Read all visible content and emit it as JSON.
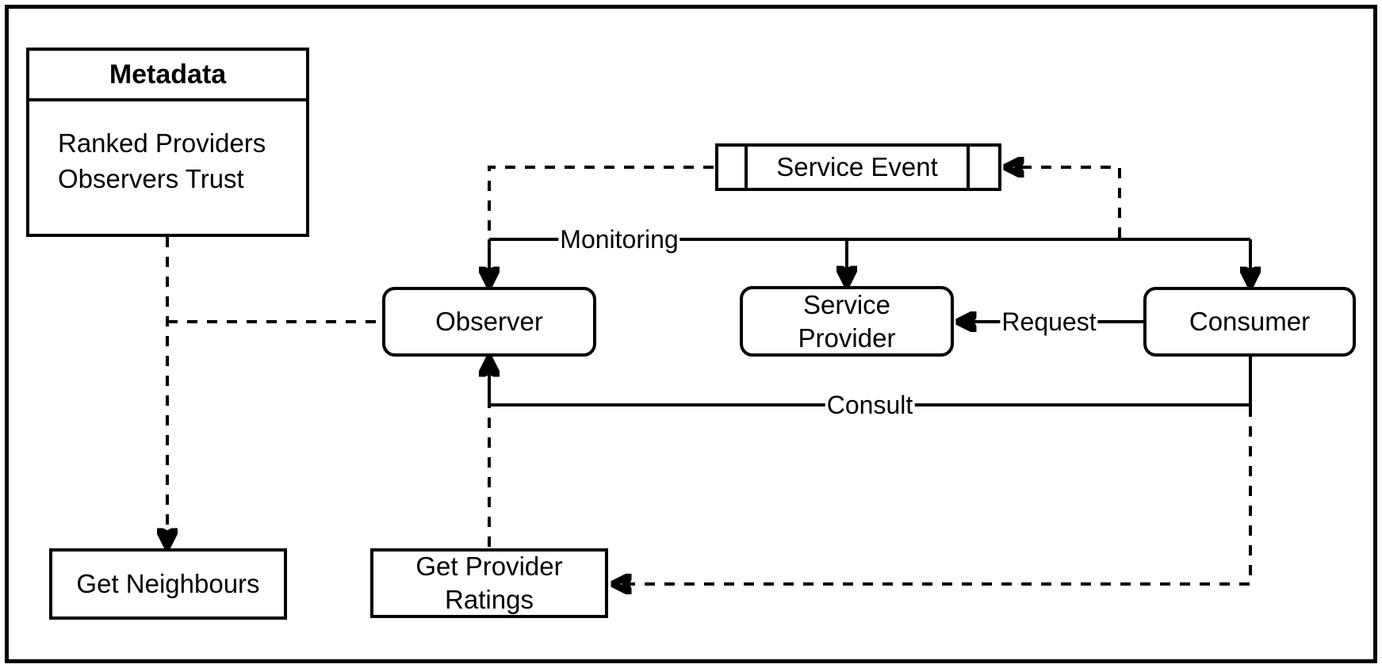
{
  "diagram": {
    "nodes": {
      "metadata": {
        "title": "Metadata",
        "attributes": [
          "Ranked Providers",
          "Observers Trust"
        ]
      },
      "service_event": {
        "label": "Service Event"
      },
      "observer": {
        "label": "Observer"
      },
      "service_provider": {
        "label": "Service Provider",
        "lines": [
          "Service",
          "Provider"
        ]
      },
      "consumer": {
        "label": "Consumer"
      },
      "get_neighbours": {
        "label": "Get Neighbours"
      },
      "get_provider_ratings": {
        "label": "Get Provider Ratings",
        "lines": [
          "Get Provider",
          "Ratings"
        ]
      }
    },
    "edge_labels": {
      "monitoring": "Monitoring",
      "request": "Request",
      "consult": "Consult"
    },
    "colors": {
      "stroke": "#000000",
      "background": "#ffffff"
    }
  }
}
